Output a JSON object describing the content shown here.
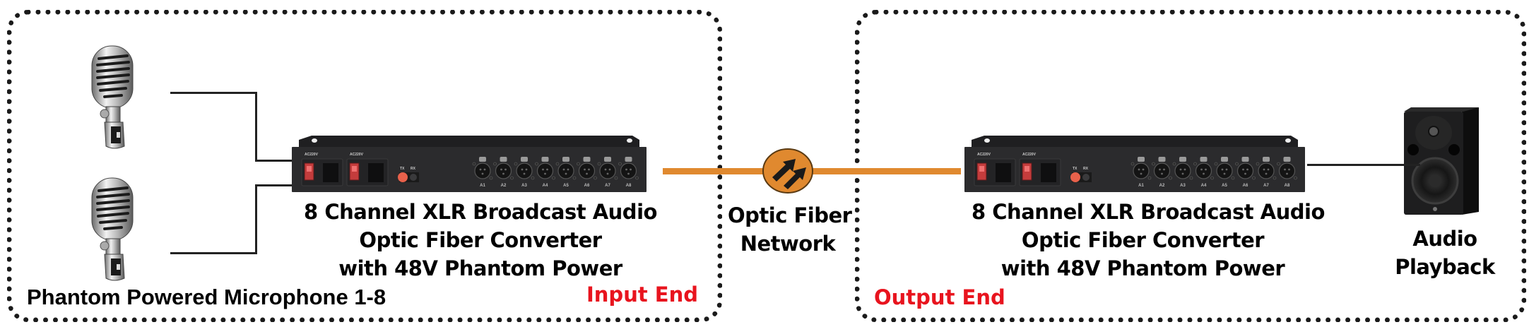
{
  "diagram": {
    "title": "8 Channel XLR Audio over Fiber Connection Diagram",
    "colors": {
      "fiber": "#e0892f",
      "end_label": "#e8141e",
      "border": "#1a1a1a",
      "device_body": "#2b2b2d"
    },
    "input_group": {
      "end_label": "Input End",
      "mic_caption": "Phantom Powered Microphone 1-8",
      "microphones": [
        {
          "icon": "microphone-icon"
        },
        {
          "icon": "microphone-icon"
        }
      ],
      "device": {
        "icon": "rack-converter-icon",
        "label_lines": [
          "8 Channel XLR Broadcast Audio",
          "Optic Fiber Converter",
          "with 48V Phantom Power"
        ],
        "psu_labels": [
          "AC220V",
          "AC220V"
        ],
        "port_labels": [
          "TX",
          "RX"
        ],
        "channels": [
          "A1",
          "A2",
          "A3",
          "A4",
          "A5",
          "A6",
          "A7",
          "A8"
        ]
      }
    },
    "network": {
      "icon": "fiber-network-icon",
      "label_lines": [
        "Optic Fiber",
        "Network"
      ]
    },
    "output_group": {
      "end_label": "Output End",
      "device": {
        "icon": "rack-converter-icon",
        "label_lines": [
          "8 Channel XLR Broadcast Audio",
          "Optic Fiber Converter",
          "with 48V Phantom Power"
        ],
        "psu_labels": [
          "AC220V",
          "AC220V"
        ],
        "port_labels": [
          "TX",
          "RX"
        ],
        "channels": [
          "A1",
          "A2",
          "A3",
          "A4",
          "A5",
          "A6",
          "A7",
          "A8"
        ]
      },
      "speaker": {
        "icon": "speaker-icon",
        "label_lines": [
          "Audio",
          "Playback"
        ]
      }
    }
  }
}
